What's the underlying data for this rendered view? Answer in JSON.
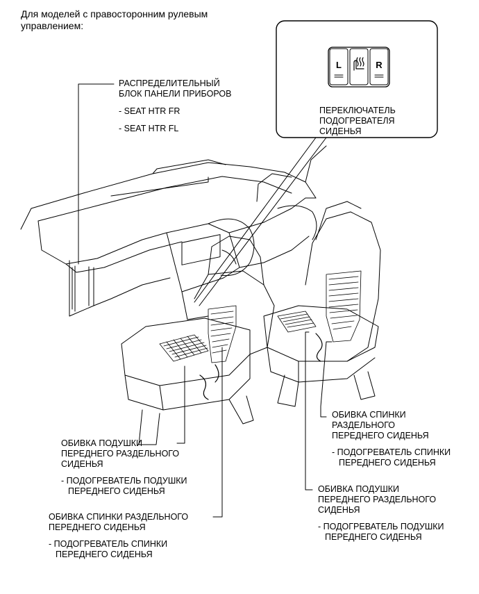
{
  "heading": {
    "line1": "Для моделей с правосторонним рулевым",
    "line2": "управлением:"
  },
  "callouts": {
    "dist_block": {
      "line1": "РАСПРЕДЕЛИТЕЛЬНЫЙ",
      "line2": "БЛОК ПАНЕЛИ ПРИБОРОВ",
      "sub1": "- SEAT HTR FR",
      "sub2": "- SEAT HTR FL"
    },
    "switch": {
      "line1": "ПЕРЕКЛЮЧАТЕЛЬ",
      "line2": "ПОДОГРЕВАТЕЛЯ",
      "line3": "СИДЕНЬЯ",
      "btn_left": "L",
      "btn_right": "R"
    },
    "left_cushion": {
      "line1": "ОБИВКА ПОДУШКИ",
      "line2": "ПЕРЕДНЕГО РАЗДЕЛЬНОГО",
      "line3": "СИДЕНЬЯ",
      "sub_line1": "- ПОДОГРЕВАТЕЛЬ ПОДУШКИ",
      "sub_line2": "ПЕРЕДНЕГО СИДЕНЬЯ"
    },
    "left_back": {
      "line1": "ОБИВКА СПИНКИ РАЗДЕЛЬНОГО",
      "line2": "ПЕРЕДНЕГО СИДЕНЬЯ",
      "sub_line1": "- ПОДОГРЕВАТЕЛЬ СПИНКИ",
      "sub_line2": "ПЕРЕДНЕГО СИДЕНЬЯ"
    },
    "right_back": {
      "line1": "ОБИВКА СПИНКИ",
      "line2": "РАЗДЕЛЬНОГО",
      "line3": "ПЕРЕДНЕГО СИДЕНЬЯ",
      "sub_line1": "- ПОДОГРЕВАТЕЛЬ СПИНКИ",
      "sub_line2": "ПЕРЕДНЕГО СИДЕНЬЯ"
    },
    "right_cushion": {
      "line1": "ОБИВКА ПОДУШКИ",
      "line2": "ПЕРЕДНЕГО РАЗДЕЛЬНОГО",
      "line3": "СИДЕНЬЯ",
      "sub_line1": "- ПОДОГРЕВАТЕЛЬ ПОДУШКИ",
      "sub_line2": "ПЕРЕДНЕГО СИДЕНЬЯ"
    }
  },
  "icons": {
    "seat_heater_symbol": "seat-heater-icon"
  },
  "colors": {
    "line": "#000000",
    "background": "#ffffff"
  }
}
